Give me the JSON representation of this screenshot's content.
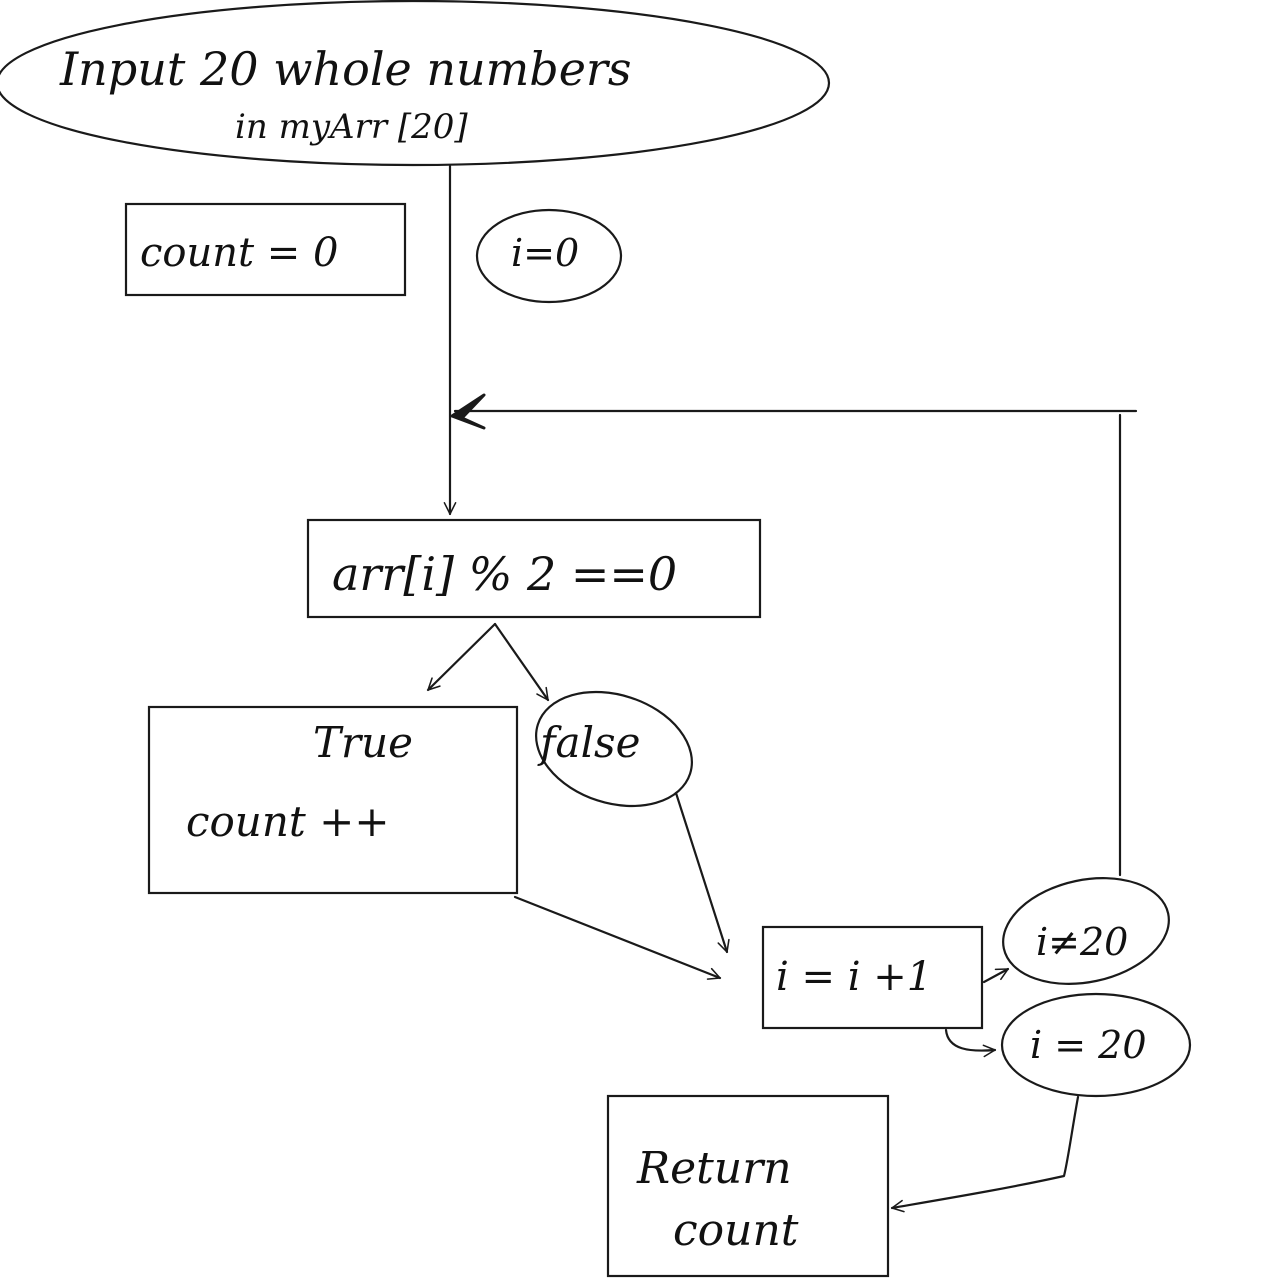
{
  "diagram": {
    "start_line1": "Input   20 whole numbers",
    "start_line2": "in  myArr [20]",
    "count_init": "count = 0",
    "i_init": "i=0",
    "condition": "arr[i] % 2 ==0",
    "true_title": "True",
    "true_action": "count ++",
    "false_label": "false",
    "increment": "i = i +1",
    "not_equal_20": "i≠20",
    "equal_20": "i = 20",
    "return_line1": "Return",
    "return_line2": "count"
  }
}
